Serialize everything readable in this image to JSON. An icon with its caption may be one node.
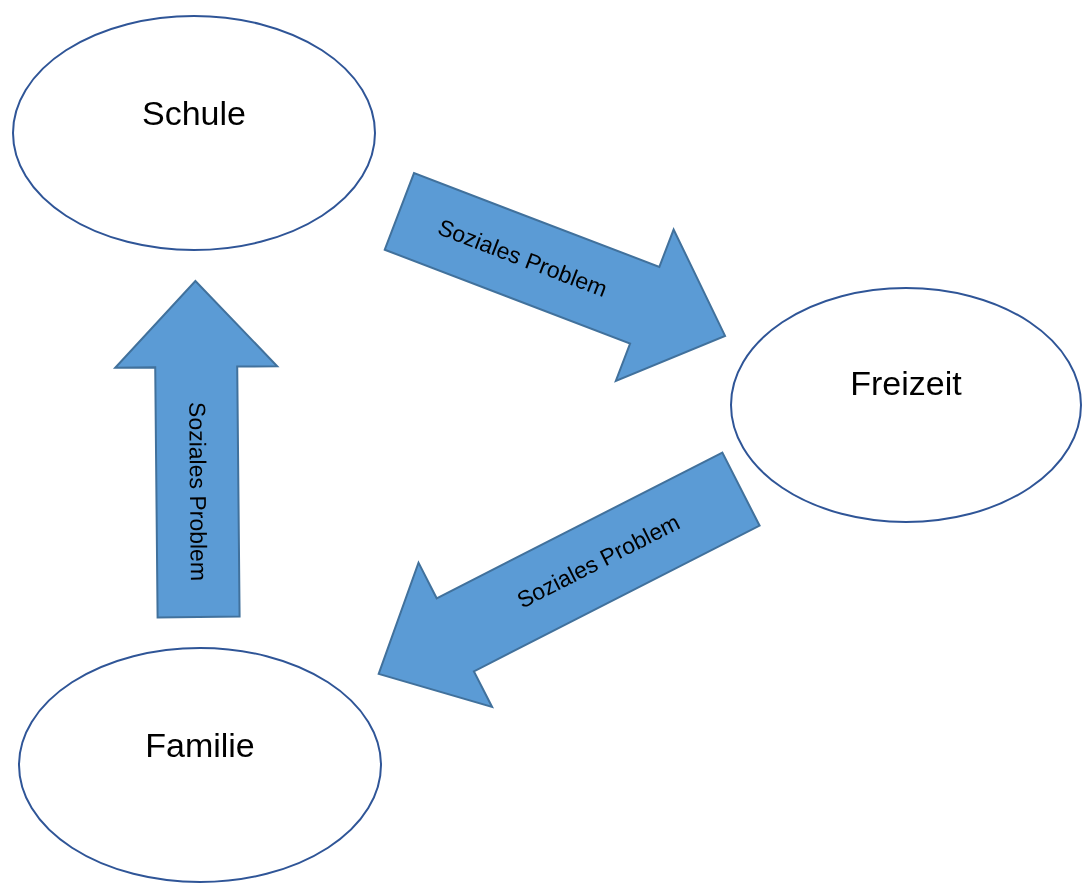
{
  "diagram": {
    "nodes": [
      {
        "text": [
          "Schule"
        ]
      },
      {
        "text": [
          "Freizeit"
        ]
      },
      {
        "text": [
          "Familie"
        ]
      }
    ],
    "edges": [
      {
        "from": 0,
        "to": 1,
        "arrow": "to",
        "label": "Soziales Problem"
      },
      {
        "from": 1,
        "to": 2,
        "arrow": "to",
        "label": "Soziales Problem"
      },
      {
        "from": 2,
        "to": 0,
        "arrow": "to",
        "label": "Soziales Problem"
      }
    ]
  }
}
